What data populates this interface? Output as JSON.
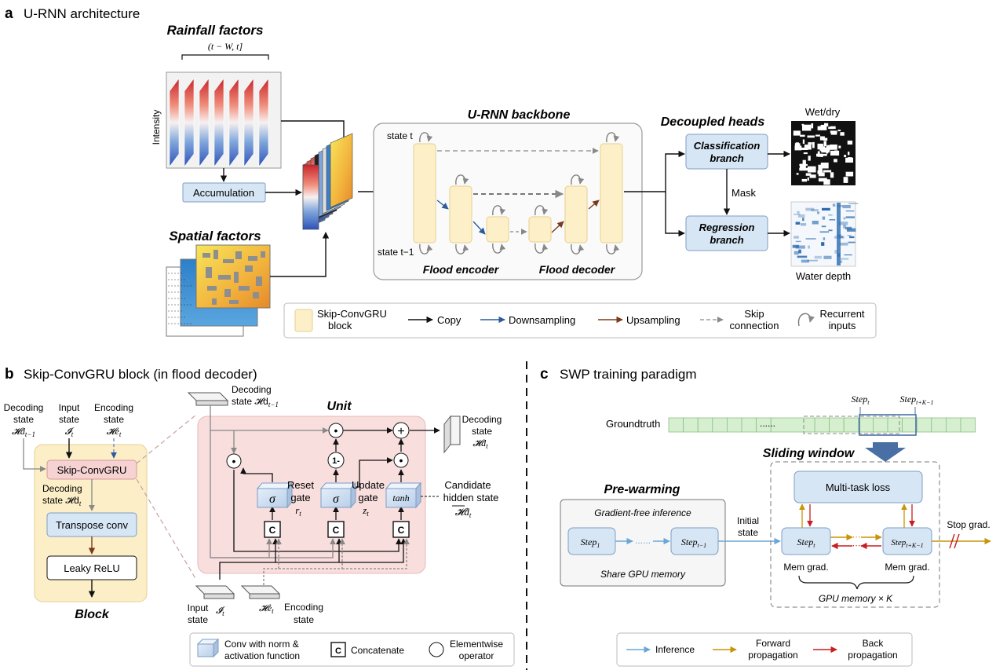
{
  "panel_a": {
    "letter": "a",
    "title": "U-RNN architecture",
    "rainfall_title": "Rainfall factors",
    "window_label": "(t − W, t]",
    "intensity_label": "Intensity",
    "accumulation_label": "Accumulation",
    "spatial_title": "Spatial factors",
    "backbone_title": "U-RNN backbone",
    "state_t": "state t",
    "state_t1": "state t−1",
    "encoder_label": "Flood encoder",
    "decoder_label": "Flood decoder",
    "heads_title": "Decoupled heads",
    "cls_line1": "Classification",
    "cls_line2": "branch",
    "reg_line1": "Regression",
    "reg_line2": "branch",
    "mask_label": "Mask",
    "wetdry_label": "Wet/dry",
    "depth_label": "Water depth",
    "legend": {
      "block_line1": "Skip-ConvGRU",
      "block_line2": "block",
      "copy": "Copy",
      "down": "Downsampling",
      "up": "Upsampling",
      "skip_line1": "Skip",
      "skip_line2": "connection",
      "rec_line1": "Recurrent",
      "rec_line2": "inputs"
    }
  },
  "panel_b": {
    "letter": "b",
    "title": "Skip-ConvGRU block (in flood decoder)",
    "dec_state_line1": "Decoding",
    "dec_state_line2": "state",
    "dec_state_sym": "𝓗d",
    "dec_state_sub": "t−1",
    "input_line1": "Input",
    "input_line2": "state",
    "input_sym": "𝓘",
    "input_sub": "t",
    "enc_line1": "Encoding",
    "enc_line2": "state",
    "enc_sym": "𝓗e",
    "enc_sub": "t",
    "skip_convgru": "Skip-ConvGRU",
    "dec_out_line1": "Decoding",
    "dec_out_line2": "state 𝓗d",
    "dec_out_sub": "t",
    "transpose_conv": "Transpose conv",
    "leaky_relu": "Leaky ReLU",
    "block_label": "Block",
    "unit_label": "Unit",
    "top_dec_line1": "Decoding",
    "top_dec_line2": "state 𝓗d",
    "top_dec_sub": "t−1",
    "out_dec_line1": "Decoding",
    "out_dec_line2": "state",
    "out_dec_sym": "𝓗d",
    "out_dec_sub": "t",
    "reset_line1": "Reset",
    "reset_line2": "gate",
    "reset_sym": "r",
    "reset_sub": "t",
    "update_line1": "Update",
    "update_line2": "gate",
    "update_sym": "z",
    "update_sub": "t",
    "cand_line1": "Candidate",
    "cand_line2": "hidden state",
    "cand_sym": "𝓗d",
    "cand_sub": "t",
    "sigma": "σ",
    "tanh": "tanh",
    "concat_sym": "C",
    "dot_sym": "•",
    "plus_sym": "+",
    "one_minus": "1-",
    "bottom_input_line1": "Input",
    "bottom_input_line2": "state",
    "bottom_input_sym": "𝓘",
    "bottom_input_sub": "t",
    "bottom_enc_sym": "𝓗e",
    "bottom_enc_sub": "t",
    "bottom_enc_line1": "Encoding",
    "bottom_enc_line2": "state",
    "legend_conv_line1": "Conv with norm &",
    "legend_conv_line2": "activation function",
    "legend_concat": "Concatenate",
    "legend_elem_line1": "Elementwise",
    "legend_elem_line2": "operator"
  },
  "panel_c": {
    "letter": "c",
    "title": "SWP training paradigm",
    "groundtruth": "Groundtruth",
    "dots": "......",
    "step_t": "Step",
    "step_t_sub": "t",
    "step_tk": "Step",
    "step_tk_sub": "t+K−1",
    "sliding_window": "Sliding window",
    "prewarming": "Pre-warming",
    "gradient_free": "Gradient-free inference",
    "step_1": "Step",
    "step_1_sub": "1",
    "step_t1": "Step",
    "step_t1_sub": "t−1",
    "share_gpu": "Share GPU memory",
    "initial_line1": "Initial",
    "initial_line2": "state",
    "multitask": "Multi-task loss",
    "mem_grad": "Mem grad.",
    "stop_grad": "Stop grad.",
    "gpu_memory": "GPU memory × K",
    "legend_inference": "Inference",
    "legend_fwd_line1": "Forward",
    "legend_fwd_line2": "propagation",
    "legend_back_line1": "Back",
    "legend_back_line2": "propagation"
  },
  "colors": {
    "block_fill": "#fdf0c8",
    "block_stroke": "#e6cf8f",
    "branch_fill": "#d7e6f5",
    "branch_stroke": "#7d9dc4",
    "unit_fill": "#f9dede",
    "block_panel_fill": "#fcefc8",
    "down_arrow": "#2c5a9c",
    "up_arrow": "#7a3b1a",
    "inference": "#6aa7d8",
    "forward": "#c8940a",
    "back": "#c81e1e",
    "timeline": "#d5efcf"
  },
  "icons": [
    "rainfall-stack",
    "spatial-stack",
    "feature-tensor",
    "wet-dry-map",
    "water-depth-map",
    "recurrent-arrow-icon",
    "sliding-window-arrow-icon"
  ]
}
